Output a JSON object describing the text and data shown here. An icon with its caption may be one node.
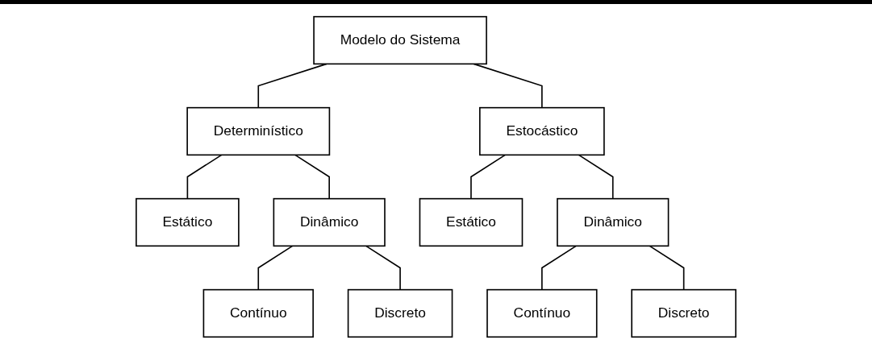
{
  "diagram": {
    "nodes": [
      {
        "text": [
          "Modelo do Sistema"
        ]
      },
      {
        "text": [
          "Determinístico"
        ]
      },
      {
        "text": [
          "Estocástico"
        ]
      },
      {
        "text": [
          "Estático"
        ]
      },
      {
        "text": [
          "Dinâmico"
        ]
      },
      {
        "text": [
          "Estático"
        ]
      },
      {
        "text": [
          "Dinâmico"
        ]
      },
      {
        "text": [
          "Contínuo"
        ]
      },
      {
        "text": [
          "Discreto"
        ]
      },
      {
        "text": [
          "Contínuo"
        ]
      },
      {
        "text": [
          "Discreto"
        ]
      }
    ],
    "edges": [
      {
        "from": 0,
        "to": 1,
        "arrow": "none"
      },
      {
        "from": 0,
        "to": 2,
        "arrow": "none"
      },
      {
        "from": 1,
        "to": 3,
        "arrow": "none"
      },
      {
        "from": 1,
        "to": 4,
        "arrow": "none"
      },
      {
        "from": 2,
        "to": 5,
        "arrow": "none"
      },
      {
        "from": 2,
        "to": 6,
        "arrow": "none"
      },
      {
        "from": 4,
        "to": 7,
        "arrow": "none"
      },
      {
        "from": 4,
        "to": 8,
        "arrow": "none"
      },
      {
        "from": 6,
        "to": 9,
        "arrow": "none"
      },
      {
        "from": 6,
        "to": 10,
        "arrow": "none"
      }
    ]
  }
}
